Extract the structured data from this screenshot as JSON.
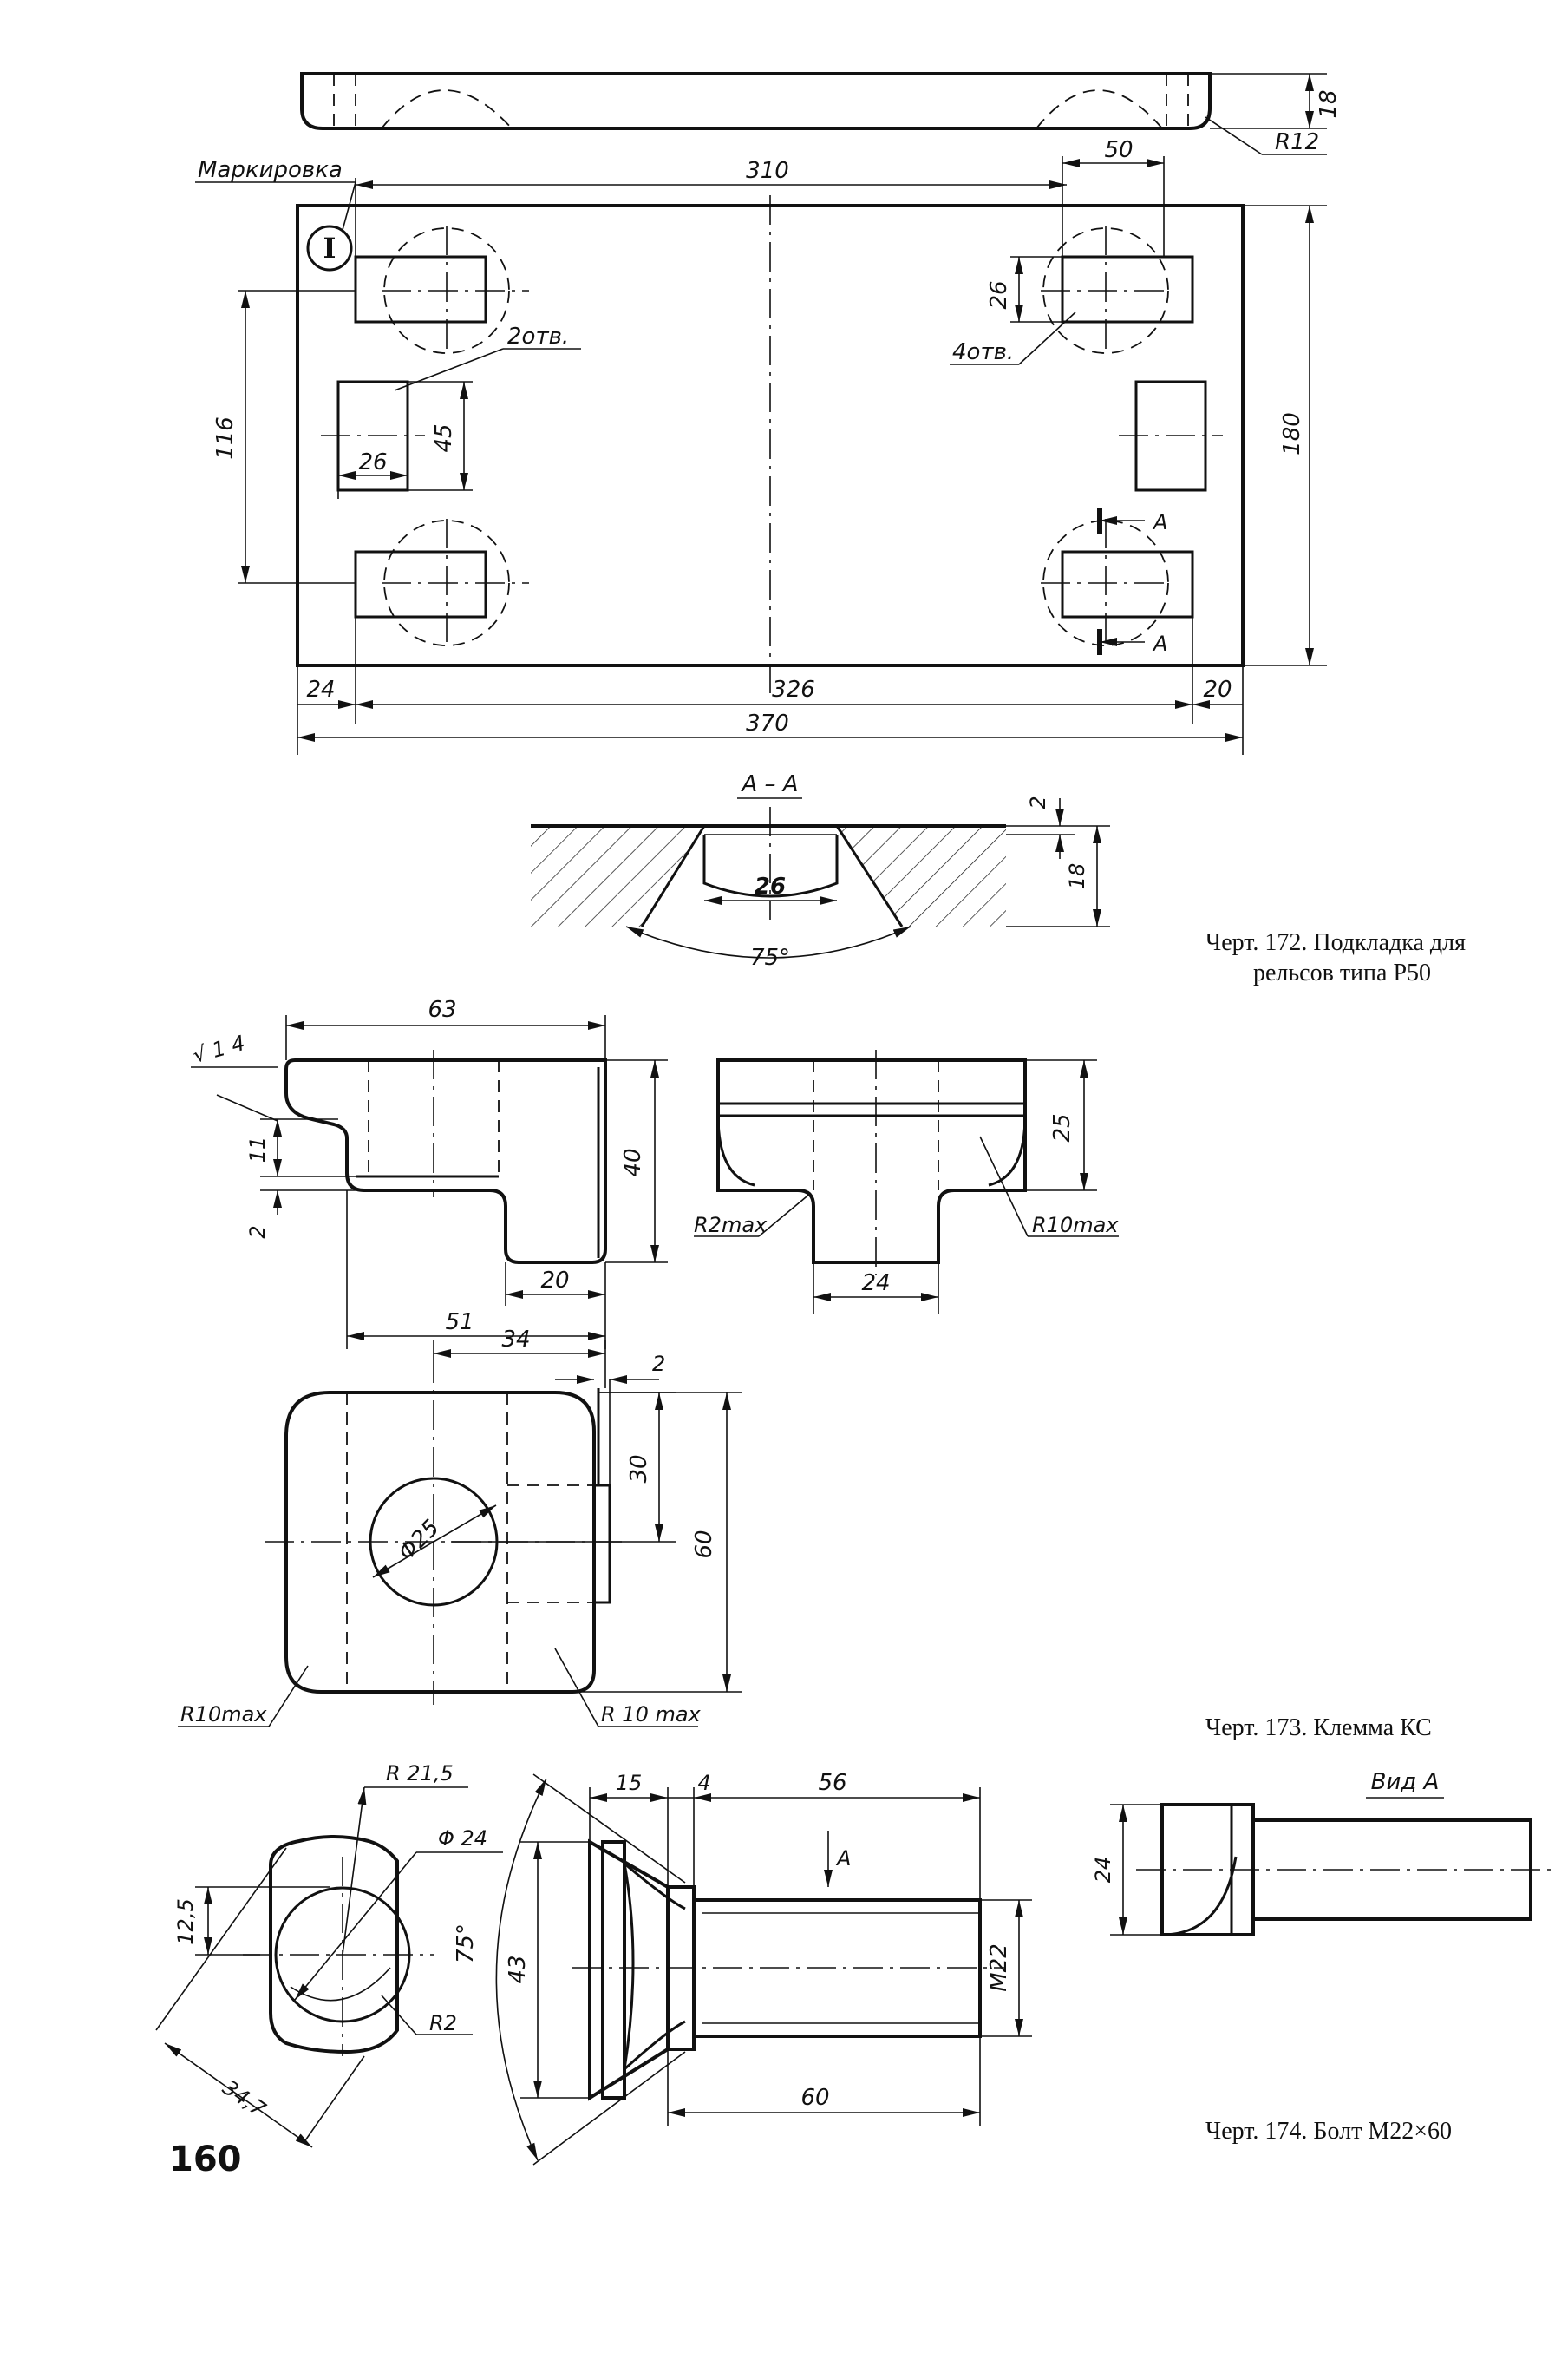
{
  "page_number": "160",
  "fig172": {
    "caption_line1": "Черт. 172. Подкладка для",
    "caption_line2": "рельсов типа Р50",
    "marking_label": "Маркировка",
    "marking_symbol": "I",
    "holes2_label": "2отв.",
    "holes4_label": "4отв.",
    "section_label": "А – А",
    "arrow_label": "А",
    "dims": {
      "d310": "310",
      "d50": "50",
      "d26a": "26",
      "d116": "116",
      "d26b": "26",
      "d45": "45",
      "d180": "180",
      "d18": "18",
      "r12": "R12",
      "d24": "24",
      "d326": "326",
      "d20": "20",
      "d370": "370",
      "sec2": "2",
      "sec18": "18",
      "sec26": "26",
      "sec75": "75°"
    }
  },
  "fig173": {
    "caption": "Черт. 173. Клемма КС",
    "dims": {
      "d63": "63",
      "rough": "√ 1 4",
      "d11": "11",
      "d2a": "2",
      "d40": "40",
      "d20": "20",
      "d51": "51",
      "d25": "25",
      "r2max": "R2max",
      "r10max": "R10max",
      "d24": "24",
      "d34": "34",
      "d2b": "2",
      "d30": "30",
      "d60": "60",
      "phi25": "Φ25",
      "r10max_l": "R10max",
      "r10max_r": "R 10 max"
    }
  },
  "fig174": {
    "caption": "Черт. 174. Болт М22×60",
    "view_label": "Вид А",
    "arrow_label": "А",
    "dims": {
      "r215": "R 21,5",
      "phi24": "Φ 24",
      "d125": "12,5",
      "r2": "R2",
      "d347": "34,7",
      "a75": "75°",
      "d43": "43",
      "d15": "15",
      "d4": "4",
      "d56": "56",
      "m22": "М22",
      "d60": "60",
      "d24": "24"
    }
  }
}
